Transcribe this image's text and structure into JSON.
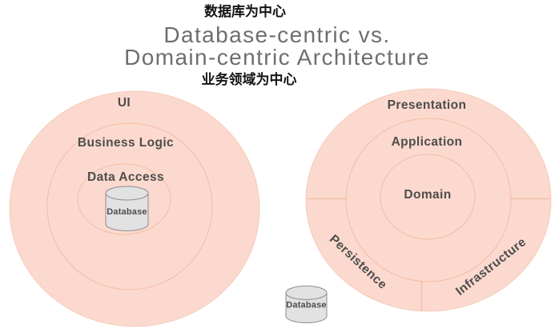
{
  "header": {
    "top_caption": "数据库为中心",
    "title_line1": "Database-centric vs.",
    "title_line2": "Domain-centric Architecture",
    "bottom_caption": "业务领域为中心"
  },
  "colors": {
    "background": "#ffffff",
    "circle_fill": "#fcd9ce",
    "ring_stroke": "#f2bca4",
    "title_text": "#6e6e6e",
    "caption_text": "#141414",
    "label_text": "#4d4d4d",
    "cylinder_fill": "#e2e2e2",
    "cylinder_stroke": "#8f8f8f"
  },
  "left_diagram": {
    "layers": [
      "UI",
      "Business Logic",
      "Data Access"
    ],
    "database_label": "Database"
  },
  "right_diagram": {
    "layers": [
      "Presentation",
      "Application",
      "Domain"
    ],
    "outer_segments": [
      "Persistence",
      "Infrastructure"
    ],
    "database_label": "Database"
  }
}
